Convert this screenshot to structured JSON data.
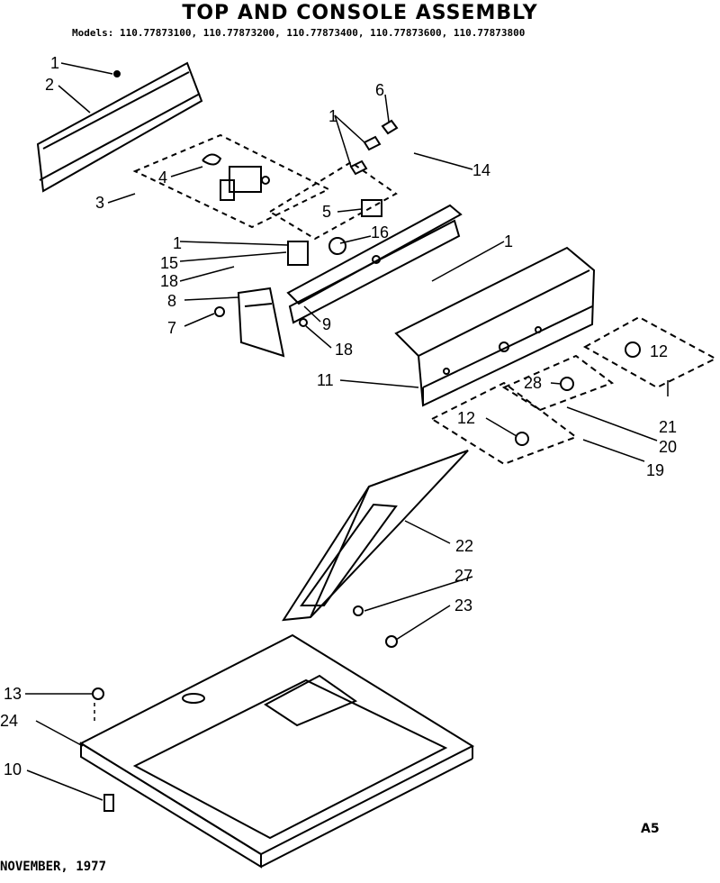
{
  "header": {
    "title": "TOP AND CONSOLE ASSEMBLY",
    "models": "Models: 110.77873100, 110.77873200, 110.77873400, 110.77873600, 110.77873800"
  },
  "callouts": {
    "c1a": "1",
    "c2": "2",
    "c3": "3",
    "c4": "4",
    "c1b": "1",
    "c6": "6",
    "c14": "14",
    "c5": "5",
    "c16": "16",
    "c1c": "1",
    "c1d": "1",
    "c15": "15",
    "c18a": "18",
    "c8": "8",
    "c7": "7",
    "c9": "9",
    "c18b": "18",
    "c11": "11",
    "c12a": "12",
    "c28": "28",
    "c12b": "12",
    "c21": "21",
    "c20": "20",
    "c19": "19",
    "c22": "22",
    "c27": "27",
    "c23": "23",
    "c13": "13",
    "c24": "24",
    "c10": "10"
  },
  "footer": {
    "code": "A5",
    "date": "NOVEMBER, 1977"
  }
}
